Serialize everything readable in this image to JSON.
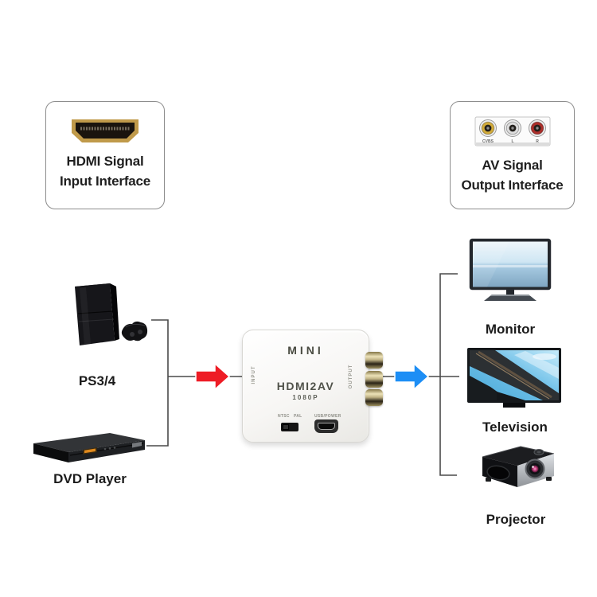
{
  "input_card": {
    "line1": "HDMI Signal",
    "line2": "Input Interface"
  },
  "output_card": {
    "line1": "AV Signal",
    "line2": "Output Interface",
    "jacks": [
      {
        "label": "CVBS",
        "color": "#d2ab3a"
      },
      {
        "label": "L",
        "color": "#dedede"
      },
      {
        "label": "R",
        "color": "#ac2f2b"
      }
    ]
  },
  "sources": [
    {
      "label": "PS3/4"
    },
    {
      "label": "DVD Player"
    }
  ],
  "destinations": [
    {
      "label": "Monitor"
    },
    {
      "label": "Television"
    },
    {
      "label": "Projector"
    }
  ],
  "converter": {
    "brand": "MINI",
    "model": "HDMI2AV",
    "resolution": "1080P",
    "input_side_label": "INPUT",
    "output_side_label": "OUTPUT",
    "switch_label_ntsc": "NTSC",
    "switch_label_pal": "PAL",
    "usb_label": "USB/POWER"
  },
  "flow": {
    "input_arrow_color": "#ee1c25",
    "output_arrow_color": "#1d8ef5",
    "line_color": "#4a4a4a"
  }
}
